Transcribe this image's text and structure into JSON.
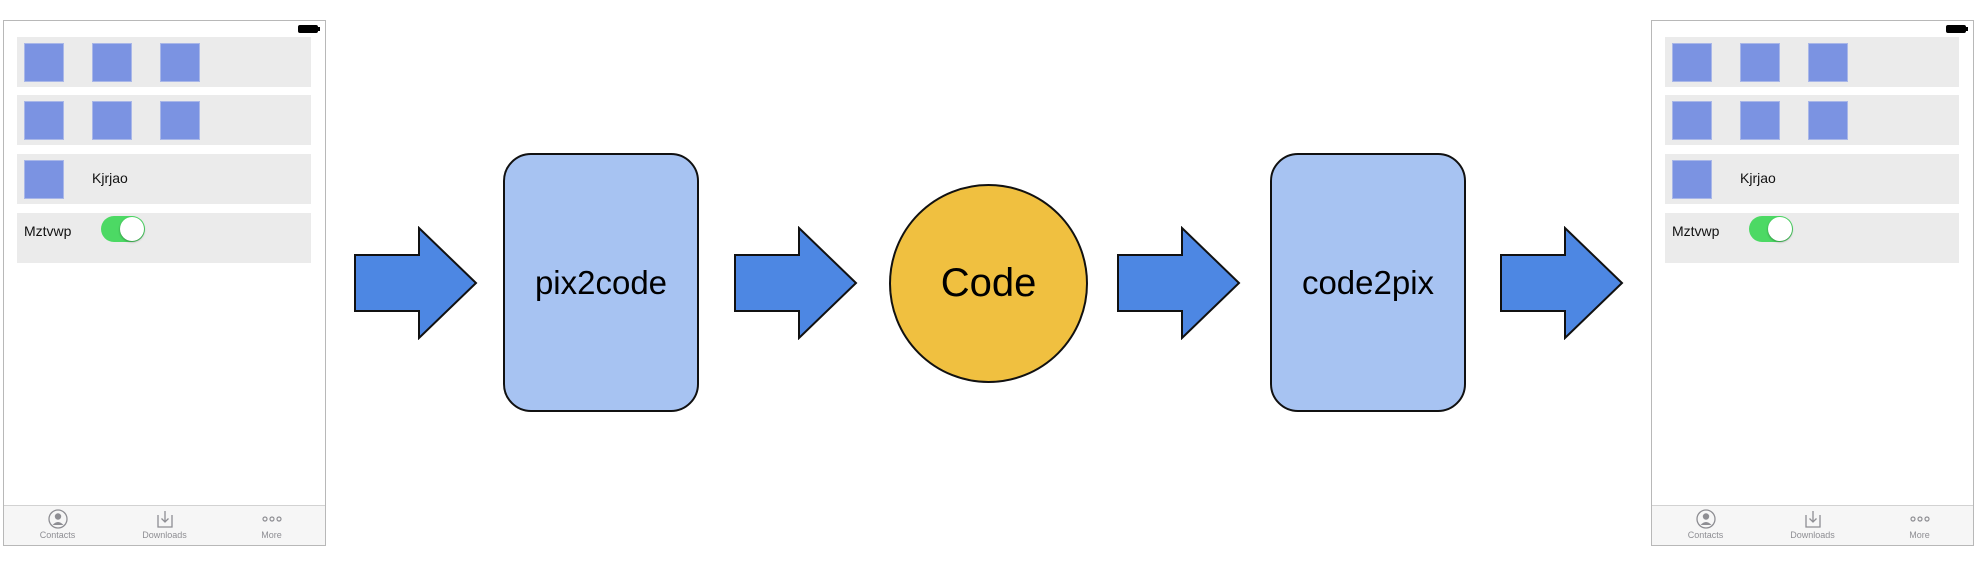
{
  "colors": {
    "arrow_fill": "#4d87e3",
    "box_fill": "#a7c3f2",
    "circle_fill": "#f0c040",
    "thumb_fill": "#7b93e2",
    "toggle_on": "#4cd964"
  },
  "left_screen": {
    "row3_label": "Kjrjao",
    "toggle_label": "Mztvwp",
    "toggle_on": true,
    "tabs": [
      {
        "label": "Contacts",
        "icon": "contacts-icon"
      },
      {
        "label": "Downloads",
        "icon": "downloads-icon"
      },
      {
        "label": "More",
        "icon": "more-icon"
      }
    ]
  },
  "right_screen": {
    "row3_label": "Kjrjao",
    "toggle_label": "Mztvwp",
    "toggle_on": true,
    "tabs": [
      {
        "label": "Contacts",
        "icon": "contacts-icon"
      },
      {
        "label": "Downloads",
        "icon": "downloads-icon"
      },
      {
        "label": "More",
        "icon": "more-icon"
      }
    ]
  },
  "pipeline": {
    "step1": "pix2code",
    "step2": "Code",
    "step3": "code2pix"
  }
}
